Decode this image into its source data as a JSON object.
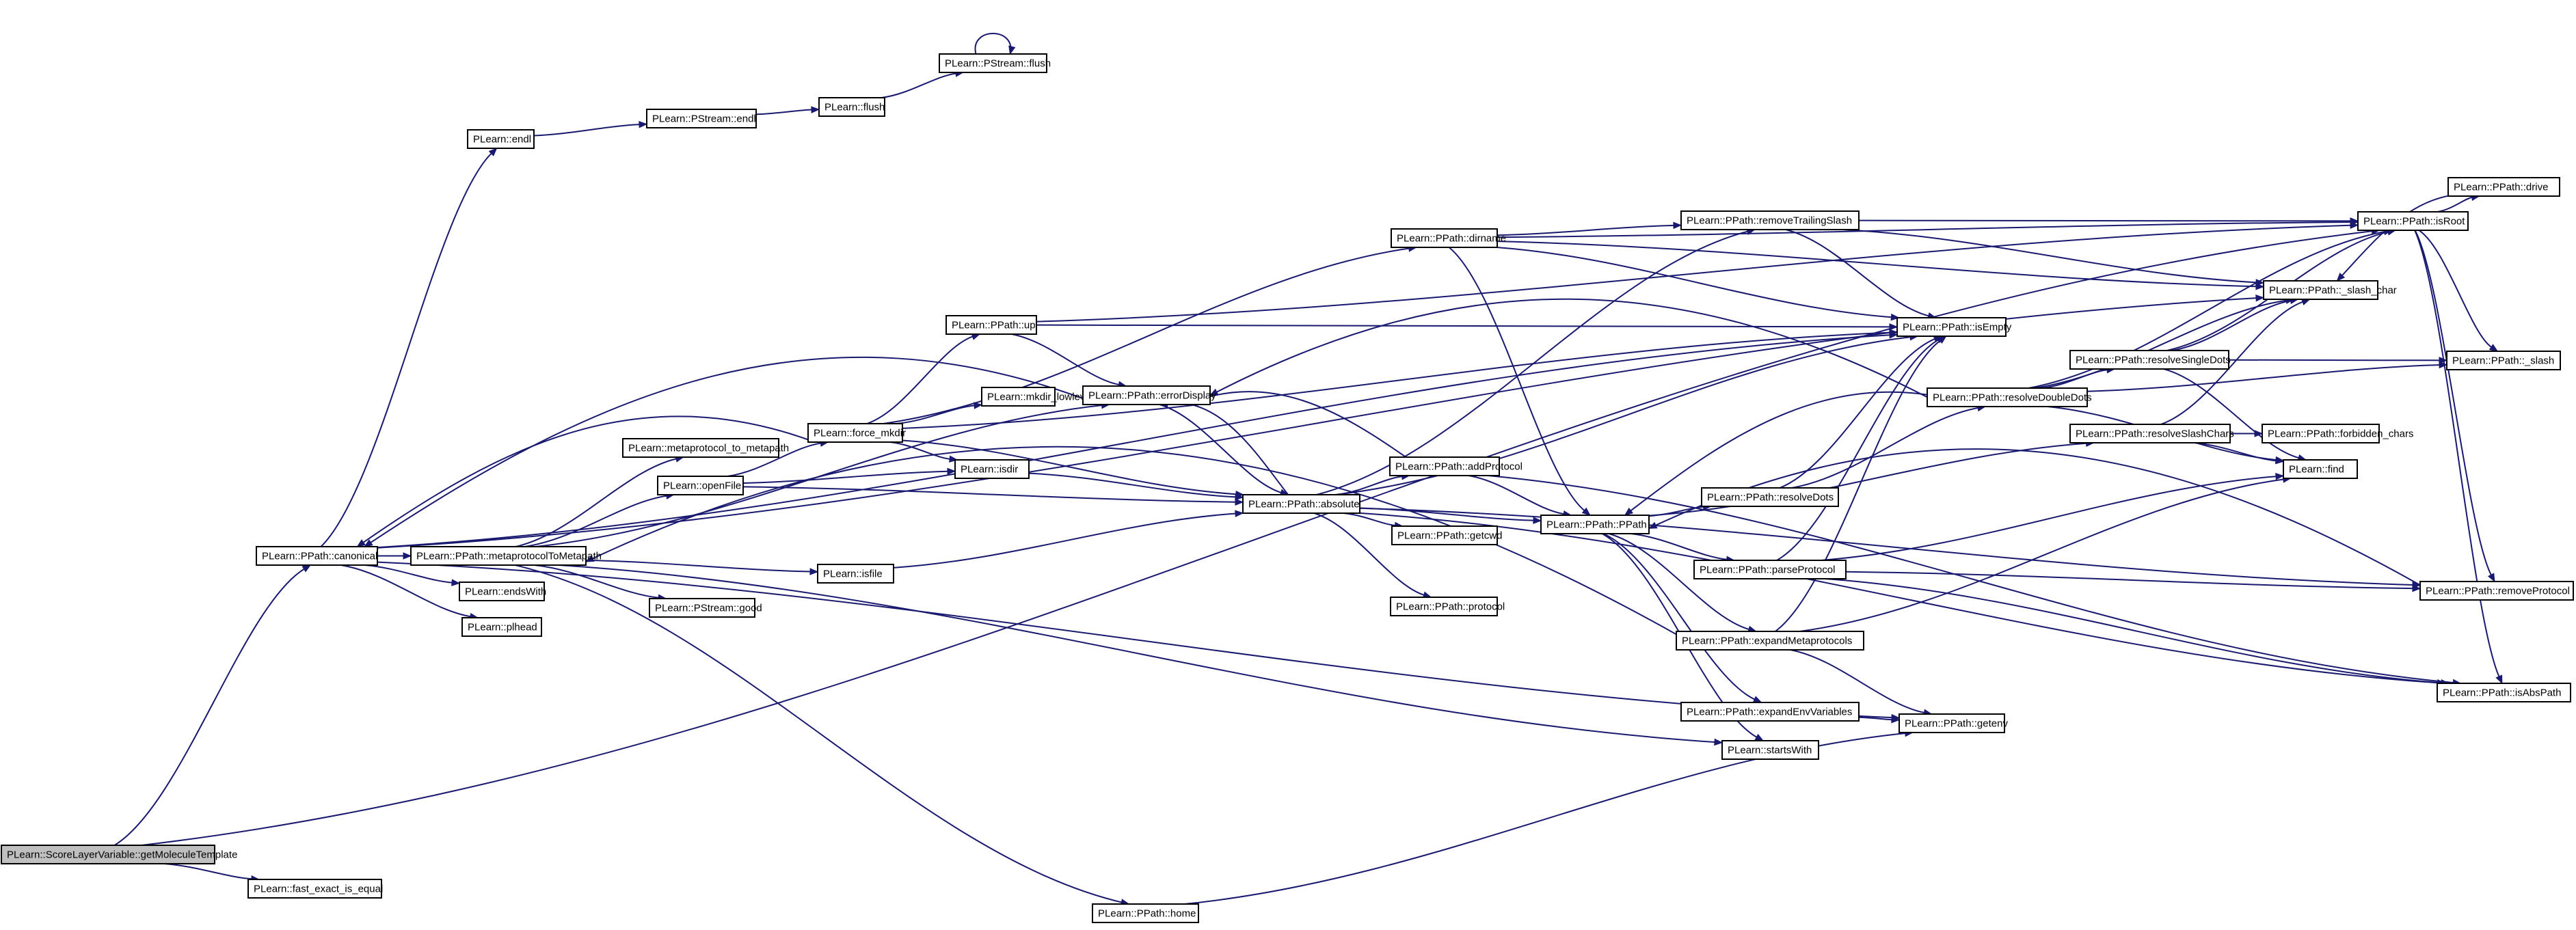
{
  "graph": {
    "title": "",
    "nodes": [
      {
        "id": "getMoleculeTemplate",
        "label": "PLearn::ScoreLayerVariable::getMoleculeTemplate",
        "root": true
      },
      {
        "id": "fast_exact_is_equal",
        "label": "PLearn::fast_exact_is_equal"
      },
      {
        "id": "canonical",
        "label": "PLearn::PPath::canonical"
      },
      {
        "id": "endl",
        "label": "PLearn::endl"
      },
      {
        "id": "pstream_endl",
        "label": "PLearn::PStream::endl"
      },
      {
        "id": "flush",
        "label": "PLearn::flush"
      },
      {
        "id": "pstream_flush",
        "label": "PLearn::PStream::flush"
      },
      {
        "id": "metaprotocolToMetapath",
        "label": "PLearn::PPath::metaprotocolToMetapath"
      },
      {
        "id": "endsWith",
        "label": "PLearn::endsWith"
      },
      {
        "id": "plhead",
        "label": "PLearn::plhead"
      },
      {
        "id": "metaprotocol_to_metapath",
        "label": "PLearn::metaprotocol_to_metapath"
      },
      {
        "id": "openFile",
        "label": "PLearn::openFile"
      },
      {
        "id": "pstream_good",
        "label": "PLearn::PStream::good"
      },
      {
        "id": "isfile",
        "label": "PLearn::isfile"
      },
      {
        "id": "force_mkdir",
        "label": "PLearn::force_mkdir"
      },
      {
        "id": "up",
        "label": "PLearn::PPath::up"
      },
      {
        "id": "mkdir_lowlevel",
        "label": "PLearn::mkdir_lowlevel"
      },
      {
        "id": "isdir",
        "label": "PLearn::isdir"
      },
      {
        "id": "errorDisplay",
        "label": "PLearn::PPath::errorDisplay"
      },
      {
        "id": "absolute",
        "label": "PLearn::PPath::absolute"
      },
      {
        "id": "home",
        "label": "PLearn::PPath::home"
      },
      {
        "id": "dirname",
        "label": "PLearn::PPath::dirname"
      },
      {
        "id": "addProtocol",
        "label": "PLearn::PPath::addProtocol"
      },
      {
        "id": "getcwd",
        "label": "PLearn::PPath::getcwd"
      },
      {
        "id": "protocol",
        "label": "PLearn::PPath::protocol"
      },
      {
        "id": "removeTrailingSlash",
        "label": "PLearn::PPath::removeTrailingSlash"
      },
      {
        "id": "ppath",
        "label": "PLearn::PPath::PPath"
      },
      {
        "id": "resolveDots",
        "label": "PLearn::PPath::resolveDots"
      },
      {
        "id": "parseProtocol",
        "label": "PLearn::PPath::parseProtocol"
      },
      {
        "id": "expandMetaprotocols",
        "label": "PLearn::PPath::expandMetaprotocols"
      },
      {
        "id": "expandEnvVariables",
        "label": "PLearn::PPath::expandEnvVariables"
      },
      {
        "id": "startsWith",
        "label": "PLearn::startsWith"
      },
      {
        "id": "isEmpty",
        "label": "PLearn::PPath::isEmpty"
      },
      {
        "id": "resolveDoubleDots",
        "label": "PLearn::PPath::resolveDoubleDots"
      },
      {
        "id": "getenv",
        "label": "PLearn::PPath::getenv"
      },
      {
        "id": "resolveSingleDots",
        "label": "PLearn::PPath::resolveSingleDots"
      },
      {
        "id": "resolveSlashChars",
        "label": "PLearn::PPath::resolveSlashChars"
      },
      {
        "id": "isRoot",
        "label": "PLearn::PPath::isRoot"
      },
      {
        "id": "slash_char",
        "label": "PLearn::PPath::_slash_char"
      },
      {
        "id": "forbidden_chars",
        "label": "PLearn::PPath::forbidden_chars"
      },
      {
        "id": "find",
        "label": "PLearn::find"
      },
      {
        "id": "drive",
        "label": "PLearn::PPath::drive"
      },
      {
        "id": "slash",
        "label": "PLearn::PPath::_slash"
      },
      {
        "id": "removeProtocol",
        "label": "PLearn::PPath::removeProtocol"
      },
      {
        "id": "isAbsPath",
        "label": "PLearn::PPath::isAbsPath"
      }
    ],
    "edges": [
      [
        "getMoleculeTemplate",
        "canonical"
      ],
      [
        "getMoleculeTemplate",
        "fast_exact_is_equal"
      ],
      [
        "getMoleculeTemplate",
        "isRoot"
      ],
      [
        "canonical",
        "endl"
      ],
      [
        "canonical",
        "metaprotocolToMetapath"
      ],
      [
        "canonical",
        "endsWith"
      ],
      [
        "canonical",
        "plhead"
      ],
      [
        "canonical",
        "isEmpty"
      ],
      [
        "canonical",
        "slash_char"
      ],
      [
        "canonical",
        "getenv"
      ],
      [
        "endl",
        "pstream_endl"
      ],
      [
        "pstream_endl",
        "flush"
      ],
      [
        "flush",
        "pstream_flush"
      ],
      [
        "pstream_flush",
        "pstream_flush"
      ],
      [
        "metaprotocolToMetapath",
        "metaprotocol_to_metapath"
      ],
      [
        "metaprotocolToMetapath",
        "openFile"
      ],
      [
        "metaprotocolToMetapath",
        "pstream_good"
      ],
      [
        "metaprotocolToMetapath",
        "isfile"
      ],
      [
        "metaprotocolToMetapath",
        "errorDisplay"
      ],
      [
        "metaprotocolToMetapath",
        "home"
      ],
      [
        "metaprotocolToMetapath",
        "startsWith"
      ],
      [
        "openFile",
        "force_mkdir"
      ],
      [
        "openFile",
        "isdir"
      ],
      [
        "openFile",
        "absolute"
      ],
      [
        "isfile",
        "absolute"
      ],
      [
        "force_mkdir",
        "up"
      ],
      [
        "force_mkdir",
        "mkdir_lowlevel"
      ],
      [
        "force_mkdir",
        "isdir"
      ],
      [
        "force_mkdir",
        "absolute"
      ],
      [
        "force_mkdir",
        "canonical"
      ],
      [
        "force_mkdir",
        "dirname"
      ],
      [
        "force_mkdir",
        "isEmpty"
      ],
      [
        "up",
        "errorDisplay"
      ],
      [
        "up",
        "isEmpty"
      ],
      [
        "up",
        "isRoot"
      ],
      [
        "isdir",
        "absolute"
      ],
      [
        "errorDisplay",
        "absolute"
      ],
      [
        "errorDisplay",
        "canonical"
      ],
      [
        "absolute",
        "errorDisplay"
      ],
      [
        "absolute",
        "addProtocol"
      ],
      [
        "absolute",
        "getcwd"
      ],
      [
        "absolute",
        "protocol"
      ],
      [
        "absolute",
        "ppath"
      ],
      [
        "absolute",
        "removeTrailingSlash"
      ],
      [
        "absolute",
        "isEmpty"
      ],
      [
        "absolute",
        "isAbsPath"
      ],
      [
        "absolute",
        "removeProtocol"
      ],
      [
        "home",
        "getenv"
      ],
      [
        "dirname",
        "removeTrailingSlash"
      ],
      [
        "dirname",
        "isEmpty"
      ],
      [
        "dirname",
        "ppath"
      ],
      [
        "dirname",
        "isRoot"
      ],
      [
        "dirname",
        "slash_char"
      ],
      [
        "addProtocol",
        "errorDisplay"
      ],
      [
        "addProtocol",
        "ppath"
      ],
      [
        "addProtocol",
        "isAbsPath"
      ],
      [
        "removeTrailingSlash",
        "isRoot"
      ],
      [
        "removeTrailingSlash",
        "isEmpty"
      ],
      [
        "removeTrailingSlash",
        "slash_char"
      ],
      [
        "ppath",
        "resolveDots"
      ],
      [
        "ppath",
        "parseProtocol"
      ],
      [
        "ppath",
        "expandMetaprotocols"
      ],
      [
        "ppath",
        "expandEnvVariables"
      ],
      [
        "ppath",
        "startsWith"
      ],
      [
        "ppath",
        "resolveSlashChars"
      ],
      [
        "resolveDots",
        "resolveDoubleDots"
      ],
      [
        "resolveDots",
        "isEmpty"
      ],
      [
        "parseProtocol",
        "removeProtocol"
      ],
      [
        "parseProtocol",
        "isAbsPath"
      ],
      [
        "parseProtocol",
        "find"
      ],
      [
        "parseProtocol",
        "isEmpty"
      ],
      [
        "expandMetaprotocols",
        "metaprotocolToMetapath"
      ],
      [
        "expandMetaprotocols",
        "getenv"
      ],
      [
        "expandMetaprotocols",
        "isEmpty"
      ],
      [
        "expandMetaprotocols",
        "find"
      ],
      [
        "expandEnvVariables",
        "getenv"
      ],
      [
        "resolveDoubleDots",
        "resolveSingleDots"
      ],
      [
        "resolveDoubleDots",
        "isRoot"
      ],
      [
        "resolveDoubleDots",
        "slash_char"
      ],
      [
        "resolveDoubleDots",
        "slash"
      ],
      [
        "resolveDoubleDots",
        "find"
      ],
      [
        "resolveDoubleDots",
        "errorDisplay"
      ],
      [
        "resolveDoubleDots",
        "ppath"
      ],
      [
        "resolveSingleDots",
        "isRoot"
      ],
      [
        "resolveSingleDots",
        "slash_char"
      ],
      [
        "resolveSingleDots",
        "slash"
      ],
      [
        "resolveSingleDots",
        "find"
      ],
      [
        "resolveSlashChars",
        "forbidden_chars"
      ],
      [
        "resolveSlashChars",
        "find"
      ],
      [
        "resolveSlashChars",
        "slash_char"
      ],
      [
        "isRoot",
        "drive"
      ],
      [
        "isRoot",
        "slash"
      ],
      [
        "isRoot",
        "removeProtocol"
      ],
      [
        "isRoot",
        "isAbsPath"
      ],
      [
        "drive",
        "slash_char"
      ],
      [
        "removeProtocol",
        "ppath"
      ]
    ]
  }
}
